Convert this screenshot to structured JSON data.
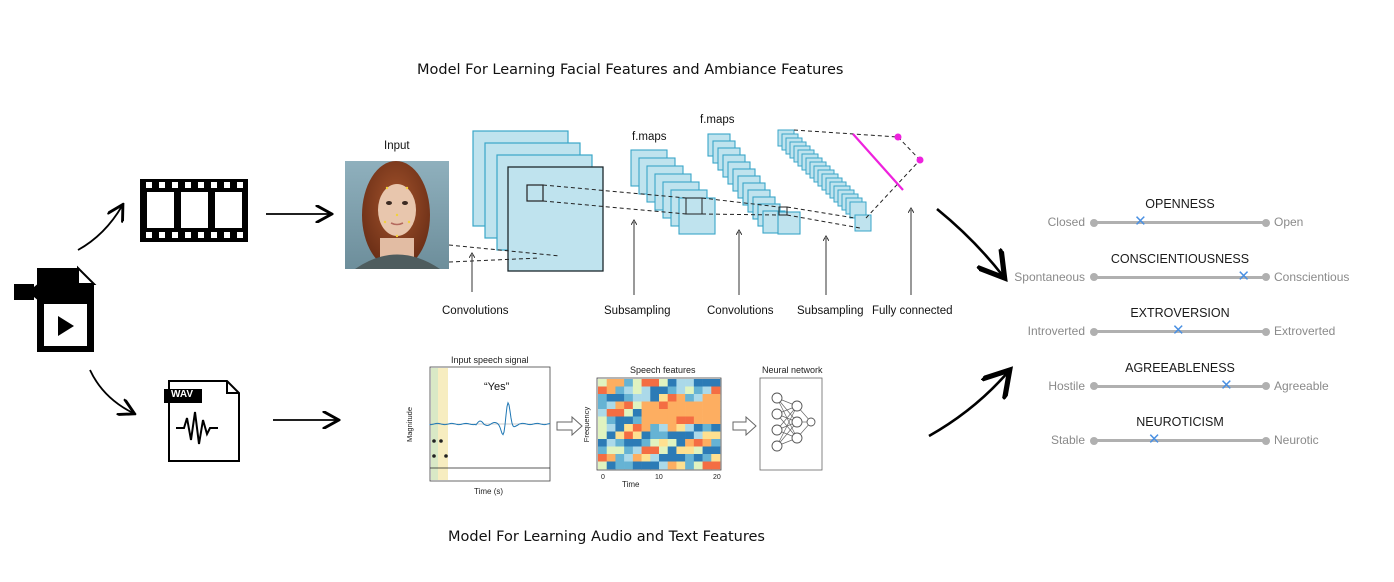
{
  "titles": {
    "facial": "Model For Learning Facial Features and Ambiance Features",
    "audio": "Model For Learning Audio and Text Features"
  },
  "icons": {
    "video_file": "video-file-icon",
    "film_strip": "film-strip-icon",
    "wav_file": "wav-file-icon"
  },
  "wav_label": "WAV",
  "cnn": {
    "input_label": "Input",
    "fmaps_1": "f.maps",
    "fmaps_2": "f.maps",
    "stages": [
      "Convolutions",
      "Subsampling",
      "Convolutions",
      "Subsampling",
      "Fully connected"
    ]
  },
  "speech": {
    "signal_title": "Input speech signal",
    "yes_label": "“Yes”",
    "ylabel": "Magnitude",
    "xlabel": "Time (s)",
    "features_title": "Speech features",
    "features_ylabel": "Frequency",
    "features_xlabel": "Time",
    "features_xticks": [
      "0",
      "10",
      "20"
    ],
    "nn_title": "Neural network"
  },
  "traits": [
    {
      "name": "OPENNESS",
      "left": "Closed",
      "right": "Open",
      "value": 0.27
    },
    {
      "name": "CONSCIENTIOUSNESS",
      "left": "Spontaneous",
      "right": "Conscientious",
      "value": 0.87
    },
    {
      "name": "EXTROVERSION",
      "left": "Introverted",
      "right": "Extroverted",
      "value": 0.49
    },
    {
      "name": "AGREEABLENESS",
      "left": "Hostile",
      "right": "Agreeable",
      "value": 0.77
    },
    {
      "name": "NEUROTICISM",
      "left": "Stable",
      "right": "Neurotic",
      "value": 0.35
    }
  ],
  "colors": {
    "fmap_fill": "#bfe3ee",
    "fmap_stroke": "#3aa6c8",
    "fc_line": "#ee22dd",
    "trait_line": "#b0b0b0",
    "trait_marker": "#4a90e2",
    "waveform": "#1f77b4"
  }
}
